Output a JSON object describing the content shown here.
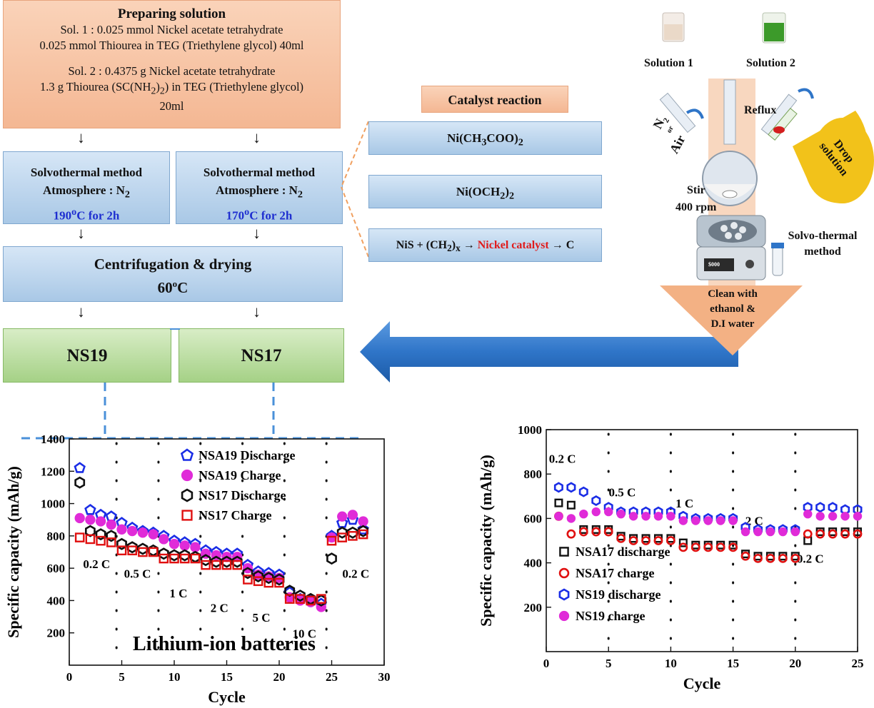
{
  "prep": {
    "title": "Preparing solution",
    "sol1_line1": "Sol. 1 : 0.025 mmol Nickel acetate tetrahydrate",
    "sol1_line2": "0.025 mmol Thiourea in TEG (Triethylene glycol) 40ml",
    "sol2_line1": "Sol. 2 : 0.4375 g Nickel acetate tetrahydrate",
    "sol2_line2a": "1.3 g Thiourea (SC(NH",
    "sol2_line2b": "2",
    "sol2_line2c": ")",
    "sol2_line2d": "2",
    "sol2_line2e": ") in TEG (Triethylene glycol)",
    "sol2_line3": "20ml"
  },
  "arrow_glyph": "↓",
  "solvo": [
    {
      "title": "Solvothermal method",
      "atm": "Atmosphere : N",
      "atm_sub": "2",
      "temp": "190",
      "temp_sup": "o",
      "temp_rest": "C for 2h"
    },
    {
      "title": "Solvothermal method",
      "atm": "Atmosphere : N",
      "atm_sub": "2",
      "temp": "170",
      "temp_sup": "o",
      "temp_rest": "C for 2h"
    }
  ],
  "centrifuge": {
    "title": "Centrifugation & drying",
    "temp": "60",
    "temp_sup": "o",
    "temp_rest": "C"
  },
  "products": {
    "ns19": "NS19",
    "ns17": "NS17"
  },
  "catalyst": {
    "title": "Catalyst reaction",
    "r1a": "Ni(CH",
    "r1b": "3",
    "r1c": "COO)",
    "r1d": "2",
    "r2a": "Ni(OCH",
    "r2b": "2",
    "r2c": ")",
    "r2d": "2",
    "r3a": "NiS + (CH",
    "r3b": "2",
    "r3c": ")",
    "r3d": "x",
    "r3e": " → ",
    "r3f": "Nickel catalyst",
    "r3g": " → C"
  },
  "apparatus": {
    "solution1": "Solution 1",
    "solution2": "Solution 2",
    "n2": "N",
    "n2_sub": "2",
    "or": "or",
    "air": "Air",
    "reflux": "Reflux",
    "drop": "Drop solution",
    "stir": "Stir",
    "rpm": "400 rpm",
    "display": "$000",
    "solvo": "Solvo-thermal method",
    "clean1": "Clean with",
    "clean2": "ethanol &",
    "clean3": "D.I water"
  },
  "colors": {
    "peach": "#f4b793",
    "blue_box": "#a9c8e6",
    "green_box": "#a5d186",
    "big_arrow": "#2f75c8",
    "temp_text": "#1f2fd0",
    "nickel_catalyst": "#e01b1b",
    "s_blue": "#1a2de6",
    "s_magenta": "#e02bd8",
    "s_black": "#111111",
    "s_red": "#e01010"
  },
  "chart_data": [
    {
      "type": "scatter",
      "title": "Lithium-ion batteries",
      "xlabel": "Cycle",
      "ylabel": "Specific capacity (mAh/g)",
      "xlim": [
        0,
        30
      ],
      "ylim": [
        0,
        1400
      ],
      "xticks": [
        0,
        5,
        10,
        15,
        20,
        25,
        30
      ],
      "yticks": [
        200,
        400,
        600,
        800,
        1000,
        1200,
        1400
      ],
      "legend_position": "top-right",
      "rate_labels": [
        {
          "text": "0.2 C",
          "x": 2.6,
          "y": 600
        },
        {
          "text": "0.5 C",
          "x": 6.5,
          "y": 540
        },
        {
          "text": "1 C",
          "x": 10.4,
          "y": 420
        },
        {
          "text": "2 C",
          "x": 14.3,
          "y": 330
        },
        {
          "text": "5 C",
          "x": 18.3,
          "y": 270
        },
        {
          "text": "10 C",
          "x": 22.4,
          "y": 170
        },
        {
          "text": "0.2 C",
          "x": 27.3,
          "y": 540
        }
      ],
      "dividers": [
        4.5,
        8.5,
        12.5,
        16.5,
        20.5,
        24.5
      ],
      "series": [
        {
          "name": "NSA19 Discharge",
          "marker": "pentagon",
          "color": "#1a2de6",
          "x": [
            1,
            2,
            3,
            4,
            5,
            6,
            7,
            8,
            9,
            10,
            11,
            12,
            13,
            14,
            15,
            16,
            17,
            18,
            19,
            20,
            21,
            22,
            23,
            24,
            25,
            26,
            27,
            28
          ],
          "y": [
            1220,
            960,
            930,
            920,
            880,
            850,
            830,
            820,
            800,
            770,
            760,
            750,
            710,
            700,
            690,
            690,
            620,
            580,
            570,
            560,
            450,
            410,
            400,
            380,
            800,
            880,
            900,
            840
          ]
        },
        {
          "name": "NSA19 Charge",
          "marker": "ball",
          "color": "#e02bd8",
          "x": [
            1,
            2,
            3,
            4,
            5,
            6,
            7,
            8,
            9,
            10,
            11,
            12,
            13,
            14,
            15,
            16,
            17,
            18,
            19,
            20,
            21,
            22,
            23,
            24,
            25,
            26,
            27,
            28
          ],
          "y": [
            910,
            900,
            890,
            870,
            840,
            830,
            820,
            810,
            780,
            750,
            740,
            730,
            690,
            680,
            670,
            670,
            600,
            560,
            550,
            540,
            420,
            400,
            390,
            360,
            790,
            920,
            930,
            890
          ]
        },
        {
          "name": "NS17 Discharge",
          "marker": "hexagon",
          "color": "#111111",
          "x": [
            1,
            2,
            3,
            4,
            5,
            6,
            7,
            8,
            9,
            10,
            11,
            12,
            13,
            14,
            15,
            16,
            17,
            18,
            19,
            20,
            21,
            22,
            23,
            24,
            25,
            26,
            27,
            28
          ],
          "y": [
            1130,
            830,
            810,
            800,
            750,
            730,
            720,
            710,
            690,
            680,
            680,
            670,
            650,
            640,
            640,
            640,
            570,
            550,
            540,
            530,
            460,
            430,
            410,
            400,
            660,
            820,
            820,
            830
          ]
        },
        {
          "name": "NS17 Charge",
          "marker": "square",
          "color": "#e01010",
          "x": [
            1,
            2,
            3,
            4,
            5,
            6,
            7,
            8,
            9,
            10,
            11,
            12,
            13,
            14,
            15,
            16,
            17,
            18,
            19,
            20,
            21,
            22,
            23,
            24,
            25,
            26,
            27,
            28
          ],
          "y": [
            790,
            780,
            770,
            760,
            710,
            710,
            700,
            700,
            660,
            660,
            660,
            660,
            620,
            620,
            620,
            620,
            530,
            520,
            510,
            510,
            410,
            410,
            400,
            410,
            770,
            790,
            800,
            810
          ]
        }
      ]
    },
    {
      "type": "scatter",
      "title": "Sodium-ion batteries",
      "xlabel": "Cycle",
      "ylabel": "Specific capacity (mAh/g)",
      "xlim": [
        0,
        25
      ],
      "ylim": [
        0,
        1000
      ],
      "xticks": [
        0,
        5,
        10,
        15,
        20,
        25
      ],
      "yticks": [
        200,
        400,
        600,
        800,
        1000
      ],
      "legend_position": "bottom-left",
      "rate_labels": [
        {
          "text": "0.2 C",
          "x": 1.3,
          "y": 850
        },
        {
          "text": "0.5 C",
          "x": 6.1,
          "y": 700
        },
        {
          "text": "1 C",
          "x": 11.1,
          "y": 650
        },
        {
          "text": "2 C",
          "x": 16.7,
          "y": 570
        },
        {
          "text": "0.2 C",
          "x": 21.2,
          "y": 400
        }
      ],
      "dividers": [
        5,
        10,
        15,
        20
      ],
      "series": [
        {
          "name": "NSA17 discharge",
          "marker": "square",
          "color": "#111111",
          "x": [
            1,
            2,
            3,
            4,
            5,
            6,
            7,
            8,
            9,
            10,
            11,
            12,
            13,
            14,
            15,
            16,
            17,
            18,
            19,
            20,
            21,
            22,
            23,
            24,
            25
          ],
          "y": [
            670,
            660,
            550,
            550,
            550,
            520,
            510,
            510,
            510,
            510,
            490,
            480,
            480,
            480,
            480,
            440,
            430,
            430,
            430,
            430,
            500,
            540,
            540,
            540,
            540
          ]
        },
        {
          "name": "NSA17 charge",
          "marker": "circle",
          "color": "#e01010",
          "x": [
            1,
            2,
            3,
            4,
            5,
            6,
            7,
            8,
            9,
            10,
            11,
            12,
            13,
            14,
            15,
            16,
            17,
            18,
            19,
            20,
            21,
            22,
            23,
            24,
            25
          ],
          "y": [
            610,
            530,
            540,
            540,
            540,
            510,
            500,
            500,
            500,
            500,
            470,
            470,
            470,
            470,
            470,
            430,
            420,
            420,
            420,
            420,
            530,
            530,
            530,
            530,
            530
          ]
        },
        {
          "name": "NS19 discharge",
          "marker": "hexagon",
          "color": "#1a2de6",
          "x": [
            1,
            2,
            3,
            4,
            5,
            6,
            7,
            8,
            9,
            10,
            11,
            12,
            13,
            14,
            15,
            16,
            17,
            18,
            19,
            20,
            21,
            22,
            23,
            24,
            25
          ],
          "y": [
            740,
            740,
            720,
            680,
            650,
            630,
            630,
            630,
            630,
            630,
            610,
            600,
            600,
            600,
            600,
            560,
            550,
            550,
            550,
            550,
            650,
            650,
            650,
            640,
            640
          ]
        },
        {
          "name": "NS19 charge",
          "marker": "ball",
          "color": "#e02bd8",
          "x": [
            1,
            2,
            3,
            4,
            5,
            6,
            7,
            8,
            9,
            10,
            11,
            12,
            13,
            14,
            15,
            16,
            17,
            18,
            19,
            20,
            21,
            22,
            23,
            24,
            25
          ],
          "y": [
            610,
            600,
            620,
            630,
            630,
            620,
            610,
            610,
            610,
            610,
            590,
            590,
            590,
            590,
            590,
            540,
            540,
            540,
            540,
            540,
            620,
            610,
            610,
            610,
            610
          ]
        }
      ]
    }
  ]
}
